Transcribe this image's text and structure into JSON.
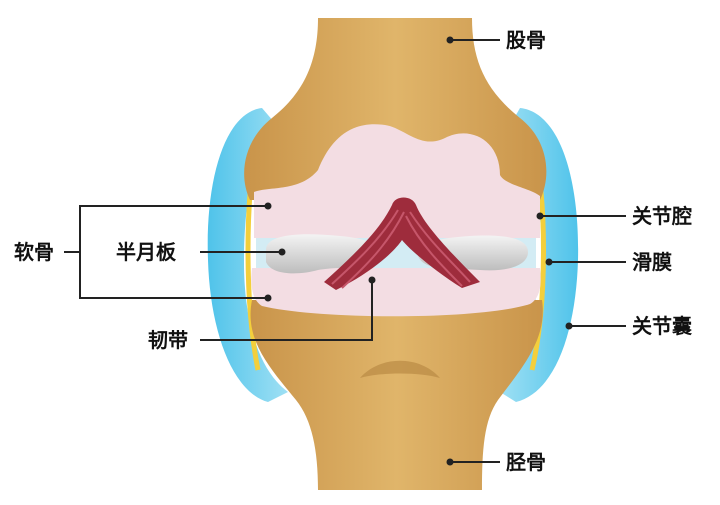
{
  "diagram": {
    "labels": {
      "femur": "股骨",
      "tibia": "胫骨",
      "cartilage": "软骨",
      "meniscus": "半月板",
      "ligament": "韧带",
      "joint_cavity": "关节腔",
      "synovium": "滑膜",
      "joint_capsule": "关节囊"
    },
    "colors": {
      "bone": "#d8a85e",
      "bone_shadow": "#b98a44",
      "capsule": "#5ec9ec",
      "capsule_inner": "#a9e3f5",
      "synovium": "#f3cf3c",
      "cartilage": "#f3dde3",
      "meniscus": "#d9d9d9",
      "ligament": "#9e2c3c",
      "cavity": "#cbe9f2",
      "leader": "#222222"
    }
  }
}
